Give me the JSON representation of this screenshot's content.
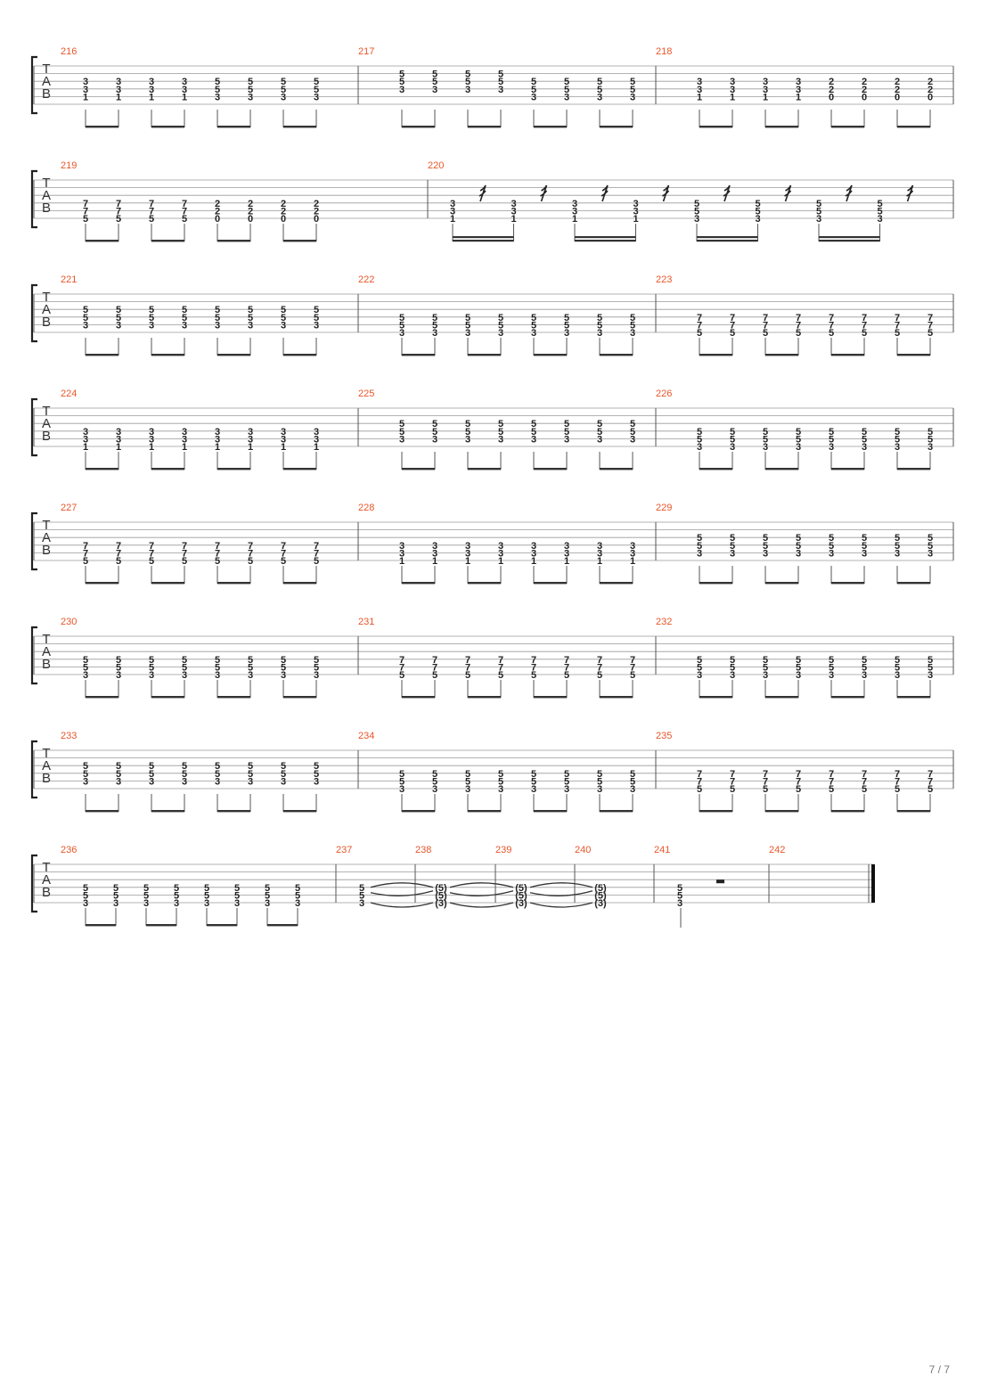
{
  "page": {
    "number": "7 / 7"
  },
  "tab_clef": [
    "T",
    "A",
    "B"
  ],
  "tuning_strings": 6,
  "systems": [
    {
      "measures": [
        {
          "number": "216",
          "chords": [
            [
              "3",
              "3",
              "1"
            ],
            [
              "3",
              "3",
              "1"
            ],
            [
              "3",
              "3",
              "1"
            ],
            [
              "3",
              "3",
              "1"
            ],
            [
              "5",
              "5",
              "3"
            ],
            [
              "5",
              "5",
              "3"
            ],
            [
              "5",
              "5",
              "3"
            ],
            [
              "5",
              "5",
              "3"
            ]
          ],
          "top_string": 2
        },
        {
          "number": "217",
          "groups": [
            {
              "chords": [
                [
                  "5",
                  "5",
                  "3"
                ],
                [
                  "5",
                  "5",
                  "3"
                ],
                [
                  "5",
                  "5",
                  "3"
                ],
                [
                  "5",
                  "5",
                  "3"
                ]
              ],
              "top_string": 1
            },
            {
              "chords": [
                [
                  "5",
                  "5",
                  "3"
                ],
                [
                  "5",
                  "5",
                  "3"
                ],
                [
                  "5",
                  "5",
                  "3"
                ],
                [
                  "5",
                  "5",
                  "3"
                ]
              ],
              "top_string": 2
            }
          ]
        },
        {
          "number": "218",
          "chords": [
            [
              "3",
              "3",
              "1"
            ],
            [
              "3",
              "3",
              "1"
            ],
            [
              "3",
              "3",
              "1"
            ],
            [
              "3",
              "3",
              "1"
            ],
            [
              "2",
              "2",
              "0"
            ],
            [
              "2",
              "2",
              "0"
            ],
            [
              "2",
              "2",
              "0"
            ],
            [
              "2",
              "2",
              "0"
            ]
          ],
          "top_string": 2
        }
      ]
    },
    {
      "measures": [
        {
          "number": "219",
          "chords": [
            [
              "7",
              "7",
              "5"
            ],
            [
              "7",
              "7",
              "5"
            ],
            [
              "7",
              "7",
              "5"
            ],
            [
              "7",
              "7",
              "5"
            ],
            [
              "2",
              "2",
              "0"
            ],
            [
              "2",
              "2",
              "0"
            ],
            [
              "2",
              "2",
              "0"
            ],
            [
              "2",
              "2",
              "0"
            ]
          ],
          "top_string": 3
        },
        {
          "number": "220",
          "sixteenths": true,
          "chords": [
            [
              "3",
              "3",
              "1"
            ],
            [
              "3",
              "3",
              "1"
            ],
            [
              "3",
              "3",
              "1"
            ],
            [
              "3",
              "3",
              "1"
            ],
            [
              "5",
              "5",
              "3"
            ],
            [
              "5",
              "5",
              "3"
            ],
            [
              "5",
              "5",
              "3"
            ],
            [
              "5",
              "5",
              "3"
            ]
          ],
          "top_string": 3
        }
      ]
    },
    {
      "measures": [
        {
          "number": "221",
          "chords": [
            [
              "5",
              "5",
              "3"
            ],
            [
              "5",
              "5",
              "3"
            ],
            [
              "5",
              "5",
              "3"
            ],
            [
              "5",
              "5",
              "3"
            ],
            [
              "5",
              "5",
              "3"
            ],
            [
              "5",
              "5",
              "3"
            ],
            [
              "5",
              "5",
              "3"
            ],
            [
              "5",
              "5",
              "3"
            ]
          ],
          "top_string": 2
        },
        {
          "number": "222",
          "chords": [
            [
              "5",
              "5",
              "3"
            ],
            [
              "5",
              "5",
              "3"
            ],
            [
              "5",
              "5",
              "3"
            ],
            [
              "5",
              "5",
              "3"
            ],
            [
              "5",
              "5",
              "3"
            ],
            [
              "5",
              "5",
              "3"
            ],
            [
              "5",
              "5",
              "3"
            ],
            [
              "5",
              "5",
              "3"
            ]
          ],
          "top_string": 3
        },
        {
          "number": "223",
          "chords": [
            [
              "7",
              "7",
              "5"
            ],
            [
              "7",
              "7",
              "5"
            ],
            [
              "7",
              "7",
              "5"
            ],
            [
              "7",
              "7",
              "5"
            ],
            [
              "7",
              "7",
              "5"
            ],
            [
              "7",
              "7",
              "5"
            ],
            [
              "7",
              "7",
              "5"
            ],
            [
              "7",
              "7",
              "5"
            ]
          ],
          "top_string": 3
        }
      ]
    },
    {
      "measures": [
        {
          "number": "224",
          "chords": [
            [
              "3",
              "3",
              "1"
            ],
            [
              "3",
              "3",
              "1"
            ],
            [
              "3",
              "3",
              "1"
            ],
            [
              "3",
              "3",
              "1"
            ],
            [
              "3",
              "3",
              "1"
            ],
            [
              "3",
              "3",
              "1"
            ],
            [
              "3",
              "3",
              "1"
            ],
            [
              "3",
              "3",
              "1"
            ]
          ],
          "top_string": 3
        },
        {
          "number": "225",
          "chords": [
            [
              "5",
              "5",
              "3"
            ],
            [
              "5",
              "5",
              "3"
            ],
            [
              "5",
              "5",
              "3"
            ],
            [
              "5",
              "5",
              "3"
            ],
            [
              "5",
              "5",
              "3"
            ],
            [
              "5",
              "5",
              "3"
            ],
            [
              "5",
              "5",
              "3"
            ],
            [
              "5",
              "5",
              "3"
            ]
          ],
          "top_string": 2
        },
        {
          "number": "226",
          "chords": [
            [
              "5",
              "5",
              "3"
            ],
            [
              "5",
              "5",
              "3"
            ],
            [
              "5",
              "5",
              "3"
            ],
            [
              "5",
              "5",
              "3"
            ],
            [
              "5",
              "5",
              "3"
            ],
            [
              "5",
              "5",
              "3"
            ],
            [
              "5",
              "5",
              "3"
            ],
            [
              "5",
              "5",
              "3"
            ]
          ],
          "top_string": 3
        }
      ]
    },
    {
      "measures": [
        {
          "number": "227",
          "chords": [
            [
              "7",
              "7",
              "5"
            ],
            [
              "7",
              "7",
              "5"
            ],
            [
              "7",
              "7",
              "5"
            ],
            [
              "7",
              "7",
              "5"
            ],
            [
              "7",
              "7",
              "5"
            ],
            [
              "7",
              "7",
              "5"
            ],
            [
              "7",
              "7",
              "5"
            ],
            [
              "7",
              "7",
              "5"
            ]
          ],
          "top_string": 3
        },
        {
          "number": "228",
          "chords": [
            [
              "3",
              "3",
              "1"
            ],
            [
              "3",
              "3",
              "1"
            ],
            [
              "3",
              "3",
              "1"
            ],
            [
              "3",
              "3",
              "1"
            ],
            [
              "3",
              "3",
              "1"
            ],
            [
              "3",
              "3",
              "1"
            ],
            [
              "3",
              "3",
              "1"
            ],
            [
              "3",
              "3",
              "1"
            ]
          ],
          "top_string": 3
        },
        {
          "number": "229",
          "chords": [
            [
              "5",
              "5",
              "3"
            ],
            [
              "5",
              "5",
              "3"
            ],
            [
              "5",
              "5",
              "3"
            ],
            [
              "5",
              "5",
              "3"
            ],
            [
              "5",
              "5",
              "3"
            ],
            [
              "5",
              "5",
              "3"
            ],
            [
              "5",
              "5",
              "3"
            ],
            [
              "5",
              "5",
              "3"
            ]
          ],
          "top_string": 2
        }
      ]
    },
    {
      "measures": [
        {
          "number": "230",
          "chords": [
            [
              "5",
              "5",
              "3"
            ],
            [
              "5",
              "5",
              "3"
            ],
            [
              "5",
              "5",
              "3"
            ],
            [
              "5",
              "5",
              "3"
            ],
            [
              "5",
              "5",
              "3"
            ],
            [
              "5",
              "5",
              "3"
            ],
            [
              "5",
              "5",
              "3"
            ],
            [
              "5",
              "5",
              "3"
            ]
          ],
          "top_string": 3
        },
        {
          "number": "231",
          "chords": [
            [
              "7",
              "7",
              "5"
            ],
            [
              "7",
              "7",
              "5"
            ],
            [
              "7",
              "7",
              "5"
            ],
            [
              "7",
              "7",
              "5"
            ],
            [
              "7",
              "7",
              "5"
            ],
            [
              "7",
              "7",
              "5"
            ],
            [
              "7",
              "7",
              "5"
            ],
            [
              "7",
              "7",
              "5"
            ]
          ],
          "top_string": 3
        },
        {
          "number": "232",
          "chords": [
            [
              "5",
              "5",
              "3"
            ],
            [
              "5",
              "5",
              "3"
            ],
            [
              "5",
              "5",
              "3"
            ],
            [
              "5",
              "5",
              "3"
            ],
            [
              "5",
              "5",
              "3"
            ],
            [
              "5",
              "5",
              "3"
            ],
            [
              "5",
              "5",
              "3"
            ],
            [
              "5",
              "5",
              "3"
            ]
          ],
          "top_string": 3
        }
      ]
    },
    {
      "measures": [
        {
          "number": "233",
          "chords": [
            [
              "5",
              "5",
              "3"
            ],
            [
              "5",
              "5",
              "3"
            ],
            [
              "5",
              "5",
              "3"
            ],
            [
              "5",
              "5",
              "3"
            ],
            [
              "5",
              "5",
              "3"
            ],
            [
              "5",
              "5",
              "3"
            ],
            [
              "5",
              "5",
              "3"
            ],
            [
              "5",
              "5",
              "3"
            ]
          ],
          "top_string": 2
        },
        {
          "number": "234",
          "chords": [
            [
              "5",
              "5",
              "3"
            ],
            [
              "5",
              "5",
              "3"
            ],
            [
              "5",
              "5",
              "3"
            ],
            [
              "5",
              "5",
              "3"
            ],
            [
              "5",
              "5",
              "3"
            ],
            [
              "5",
              "5",
              "3"
            ],
            [
              "5",
              "5",
              "3"
            ],
            [
              "5",
              "5",
              "3"
            ]
          ],
          "top_string": 3
        },
        {
          "number": "235",
          "chords": [
            [
              "7",
              "7",
              "5"
            ],
            [
              "7",
              "7",
              "5"
            ],
            [
              "7",
              "7",
              "5"
            ],
            [
              "7",
              "7",
              "5"
            ],
            [
              "7",
              "7",
              "5"
            ],
            [
              "7",
              "7",
              "5"
            ],
            [
              "7",
              "7",
              "5"
            ],
            [
              "7",
              "7",
              "5"
            ]
          ],
          "top_string": 3
        }
      ]
    },
    {
      "measures": [
        {
          "number": "236",
          "chords": [
            [
              "5",
              "5",
              "3"
            ],
            [
              "5",
              "5",
              "3"
            ],
            [
              "5",
              "5",
              "3"
            ],
            [
              "5",
              "5",
              "3"
            ],
            [
              "5",
              "5",
              "3"
            ],
            [
              "5",
              "5",
              "3"
            ],
            [
              "5",
              "5",
              "3"
            ],
            [
              "5",
              "5",
              "3"
            ]
          ],
          "top_string": 3
        },
        {
          "number": "237",
          "chords": [
            [
              "5",
              "5",
              "3"
            ]
          ],
          "top_string": 3,
          "tie": true
        },
        {
          "number": "238",
          "chords": [
            [
              "(5)",
              "(5)",
              "(3)"
            ]
          ],
          "top_string": 3,
          "tie": true
        },
        {
          "number": "239",
          "chords": [
            [
              "(5)",
              "(5)",
              "(3)"
            ]
          ],
          "top_string": 3,
          "tie": true
        },
        {
          "number": "240",
          "chords": [
            [
              "(5)",
              "(5)",
              "(3)"
            ]
          ],
          "top_string": 3
        },
        {
          "number": "241",
          "chords": [
            [
              "5",
              "5",
              "3"
            ]
          ],
          "top_string": 3,
          "rest": "half"
        },
        {
          "number": "242",
          "chords": [],
          "final": true
        }
      ]
    }
  ]
}
